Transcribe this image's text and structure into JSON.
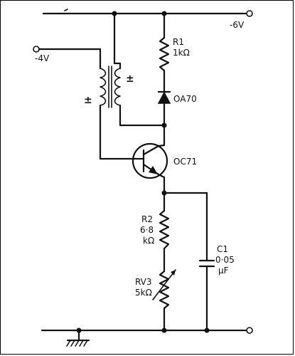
{
  "supply": {
    "neg6": "-6V",
    "neg4": "-4V"
  },
  "transformer": {
    "polarity_left": "±",
    "polarity_right": "±"
  },
  "r1": {
    "ref": "R1",
    "value": "1kΩ"
  },
  "diode": {
    "ref": "OA70"
  },
  "transistor": {
    "ref": "OC71"
  },
  "r2": {
    "ref": "R2",
    "value_a": "6·8",
    "value_b": "kΩ"
  },
  "rv3": {
    "ref": "RV3",
    "value": "5kΩ"
  },
  "c1": {
    "ref": "C1",
    "value_a": "0·05",
    "value_b": "μF"
  }
}
